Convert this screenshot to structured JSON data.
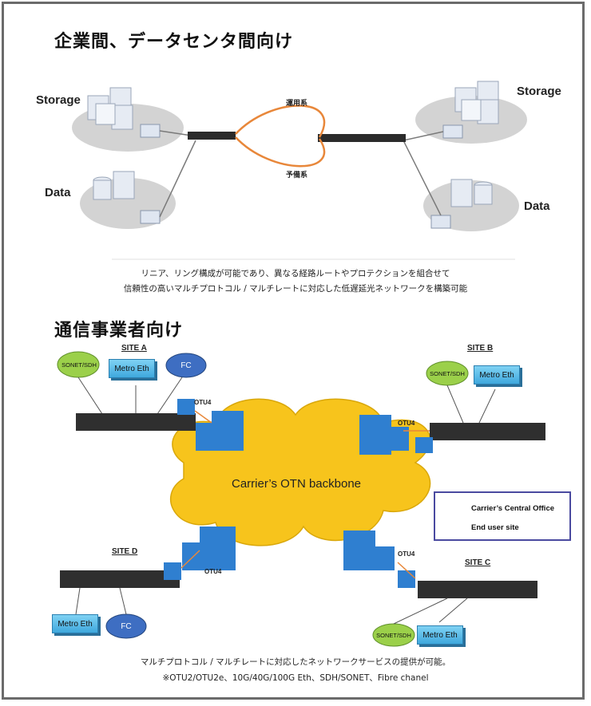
{
  "section1": {
    "title": "企業間、データセンタ間向け",
    "storage_left": "Storage",
    "storage_right": "Storage",
    "data_left": "Data",
    "data_right": "Data",
    "link_primary": "運用系",
    "link_backup": "予備系",
    "caption_line1": "リニア、リング構成が可能であり、異なる経路ルートやプロテクションを組合せて",
    "caption_line2": "信頼性の高いマルチプロトコル / マルチレートに対応した低遅延光ネットワークを構築可能"
  },
  "section2": {
    "title": "通信事業者向け",
    "site_a": "SITE A",
    "site_b": "SITE B",
    "site_c": "SITE C",
    "site_d": "SITE D",
    "sonet": "SONET/SDH",
    "metro": "Metro Eth",
    "fc": "FC",
    "otu4": "OTU4",
    "cloud_label": "Carrier’s OTN backbone",
    "legend_central": "Carrier’s Central Office",
    "legend_end": "End user site",
    "caption_line1": "マルチプロトコル / マルチレートに対応したネットワークサービスの提供が可能。",
    "caption_line2": "※OTU2/OTU2e、10G/40G/100G Eth、SDH/SONET、Fibre chanel"
  },
  "colors": {
    "link_orange": "#e8873a",
    "cloud": "#f7c41c",
    "metro_blue": "#49b2e6",
    "sonet_green": "#9bd04a",
    "building_blue": "#2f7fd0",
    "legend_border": "#4a4aa0"
  }
}
